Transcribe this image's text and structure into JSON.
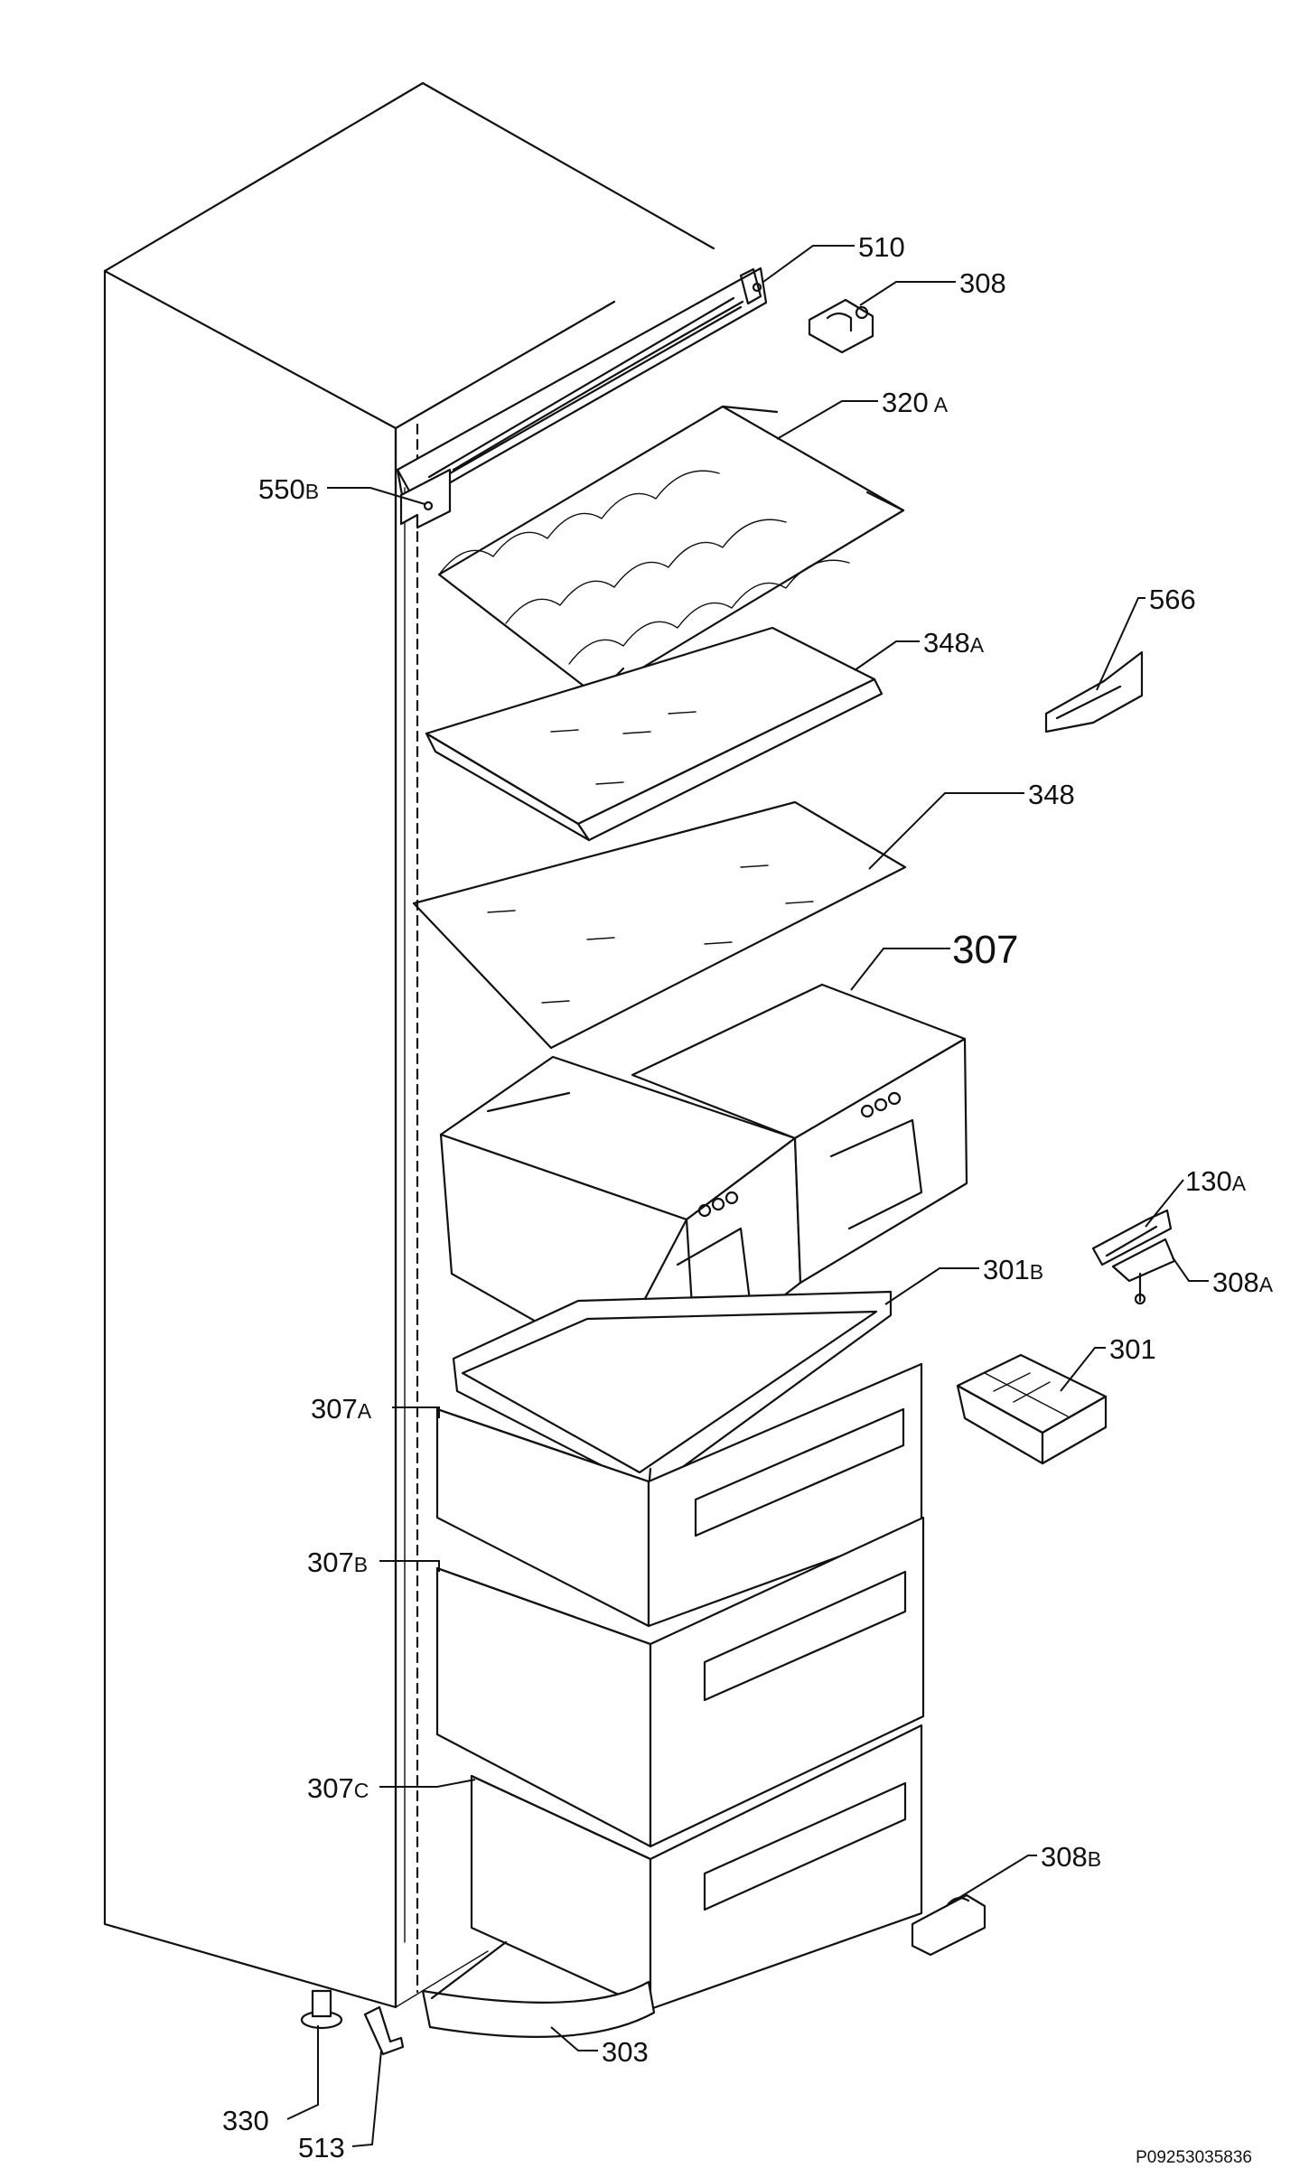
{
  "labels": {
    "l510": {
      "num": "510",
      "suffix": ""
    },
    "l308": {
      "num": "308",
      "suffix": ""
    },
    "l320a": {
      "num": "320",
      "suffix": "A"
    },
    "l550b": {
      "num": "550",
      "suffix": "B"
    },
    "l566": {
      "num": "566",
      "suffix": ""
    },
    "l348a": {
      "num": "348",
      "suffix": "A"
    },
    "l348": {
      "num": "348",
      "suffix": ""
    },
    "l307": {
      "num": "307",
      "suffix": ""
    },
    "l130a": {
      "num": "130",
      "suffix": "A"
    },
    "l308a": {
      "num": "308",
      "suffix": "A"
    },
    "l301b": {
      "num": "301",
      "suffix": "B"
    },
    "l301": {
      "num": "301",
      "suffix": ""
    },
    "l307a": {
      "num": "307",
      "suffix": "A"
    },
    "l307b": {
      "num": "307",
      "suffix": "B"
    },
    "l307c": {
      "num": "307",
      "suffix": "C"
    },
    "l308b": {
      "num": "308",
      "suffix": "B"
    },
    "l330": {
      "num": "330",
      "suffix": ""
    },
    "l513": {
      "num": "513",
      "suffix": ""
    },
    "l303": {
      "num": "303",
      "suffix": ""
    }
  },
  "reference_code": "P09253035836"
}
